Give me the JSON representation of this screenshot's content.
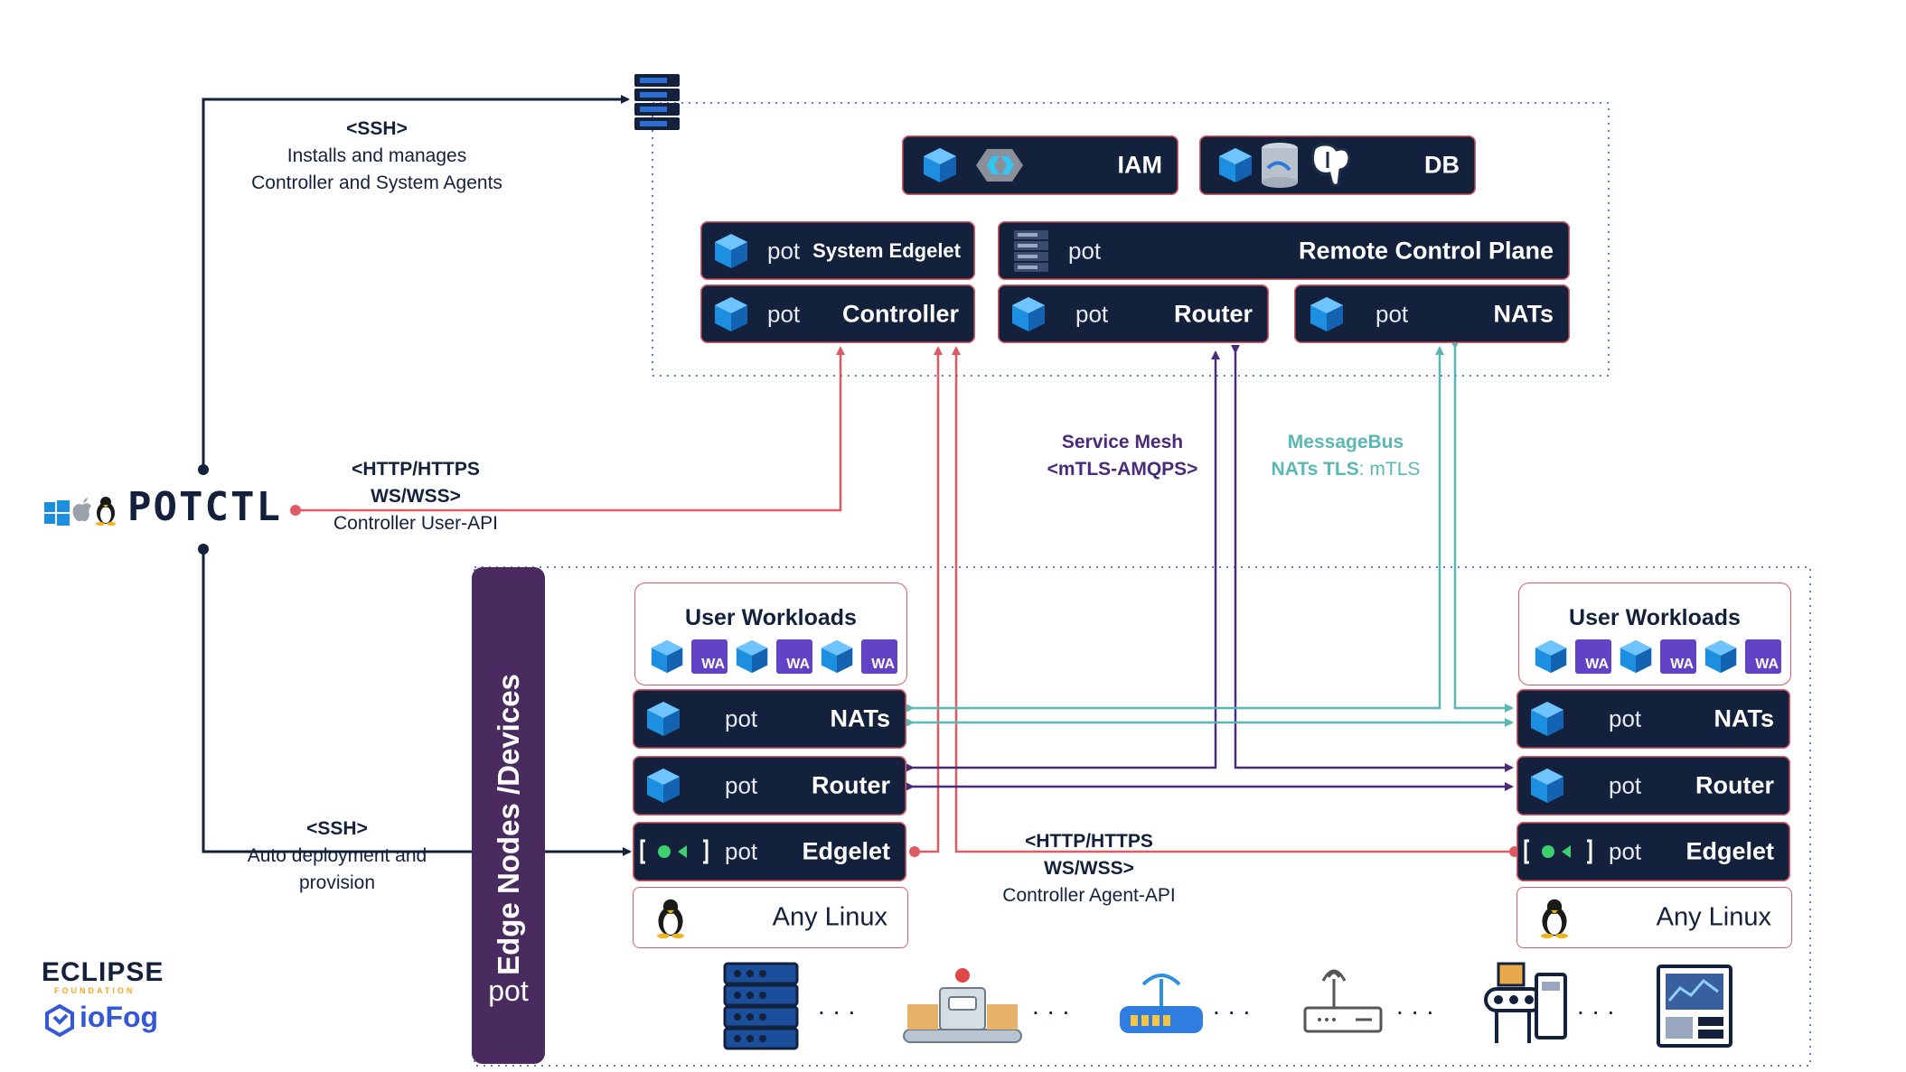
{
  "colors": {
    "navy": "#14213d",
    "controller_api": "#e05a63",
    "service_mesh": "#4a2b7a",
    "messagebus": "#5ab8b4",
    "cube": "#1d8fe0",
    "edge_bar": "#4a2b5f",
    "wasm": "#6243c6"
  },
  "control_plane": {
    "iam": {
      "label": "IAM",
      "icons": [
        "cube-icon",
        "keycloak-icon"
      ]
    },
    "db": {
      "label": "DB",
      "icons": [
        "cube-icon",
        "mysql-icon",
        "postgresql-icon"
      ]
    },
    "system_edgelet": {
      "pot": "pot",
      "label": "System Edgelet"
    },
    "controller": {
      "pot": "pot",
      "label": "Controller"
    },
    "remote_control_plane": {
      "pot": "pot",
      "label": "Remote Control Plane"
    },
    "router": {
      "pot": "pot",
      "label": "Router"
    },
    "nats": {
      "pot": "pot",
      "label": "NATs"
    }
  },
  "annotations": {
    "ssh_top": {
      "tag": "<SSH>",
      "line1": "Installs and manages",
      "line2": "Controller and System Agents"
    },
    "user_api": {
      "line1": "<HTTP/HTTPS",
      "line2": "WS/WSS>",
      "line3": "Controller User-API"
    },
    "service_mesh": {
      "line1": "Service Mesh",
      "line2": "<mTLS-AMQPS>"
    },
    "messagebus": {
      "line1": "MessageBus",
      "line2_bold": "NATs TLS",
      "line2_rest": ": mTLS"
    },
    "ssh_bottom": {
      "tag": "<SSH>",
      "line1": "Auto deployment and",
      "line2": "provision"
    },
    "agent_api": {
      "line1": "<HTTP/HTTPS",
      "line2": "WS/WSS>",
      "line3": "Controller Agent-API"
    }
  },
  "potctl": {
    "label": "POTCTL",
    "os_icons": [
      "windows-icon",
      "apple-icon",
      "linux-icon"
    ]
  },
  "edge_bar": {
    "label": "Edge Nodes /Devices",
    "pot": "pot"
  },
  "edge_nodes": [
    {
      "workloads_title": "User Workloads",
      "wasm_badge": "WA",
      "nats": {
        "pot": "pot",
        "label": "NATs"
      },
      "router": {
        "pot": "pot",
        "label": "Router"
      },
      "edgelet": {
        "pot": "pot",
        "label": "Edgelet"
      },
      "linux": "Any Linux"
    },
    {
      "workloads_title": "User Workloads",
      "wasm_badge": "WA",
      "nats": {
        "pot": "pot",
        "label": "NATs"
      },
      "router": {
        "pot": "pot",
        "label": "Router"
      },
      "edgelet": {
        "pot": "pot",
        "label": "Edgelet"
      },
      "linux": "Any Linux"
    }
  ],
  "devices": [
    "server-rack-icon",
    "industrial-robot-icon",
    "router-device-icon",
    "wireless-router-icon",
    "conveyor-icon",
    "control-panel-icon"
  ],
  "sponsors": {
    "eclipse": "ECLIPSE",
    "eclipse_sub": "FOUNDATION",
    "iofog": "ioFog"
  }
}
